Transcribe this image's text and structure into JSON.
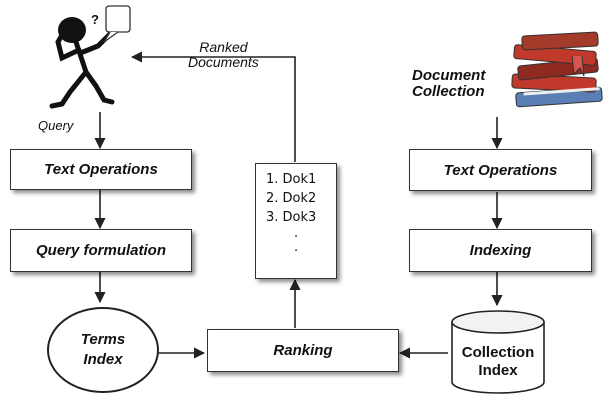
{
  "labels": {
    "query": "Query",
    "ranked_line1": "Ranked",
    "ranked_line2": "Documents",
    "doc_coll_line1": "Document",
    "doc_coll_line2": "Collection"
  },
  "boxes": {
    "text_ops_left": "Text Operations",
    "query_formulation": "Query formulation",
    "text_ops_right": "Text Operations",
    "indexing": "Indexing",
    "ranking": "Ranking"
  },
  "terms_index": {
    "line1": "Terms",
    "line2": "Index"
  },
  "collection_index": {
    "line1": "Collection",
    "line2": "Index"
  },
  "results": [
    "1. Dok1",
    "2. Dok2",
    "3. Dok3",
    ".",
    "."
  ],
  "icons": {
    "user": "confused-user-icon",
    "books": "book-stack-icon"
  },
  "colors": {
    "stroke": "#333333",
    "book_red": "#c0392b",
    "book_blue": "#5a7fb5"
  }
}
